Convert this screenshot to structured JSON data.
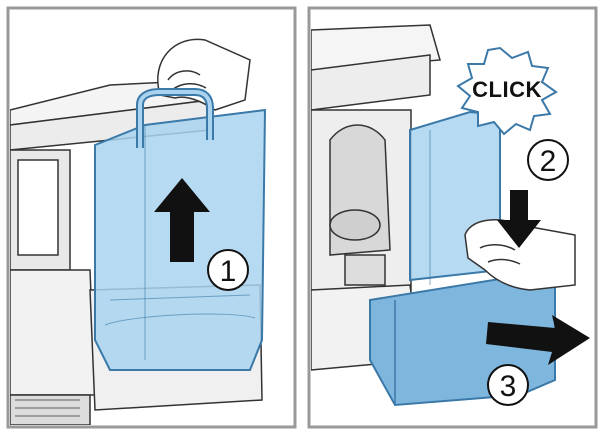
{
  "panels": [
    {
      "id": "left",
      "step_labels": [
        "1"
      ],
      "arrow_direction": "up"
    },
    {
      "id": "right",
      "step_labels": [
        "2",
        "3"
      ],
      "click_label": "CLICK",
      "arrow_directions": [
        "down",
        "right"
      ]
    }
  ],
  "colors": {
    "tank_fill": "#a9d3ee",
    "tank_stroke": "#3a79a8",
    "panel_border": "#999999",
    "line": "#333333",
    "arrow": "#111111"
  }
}
